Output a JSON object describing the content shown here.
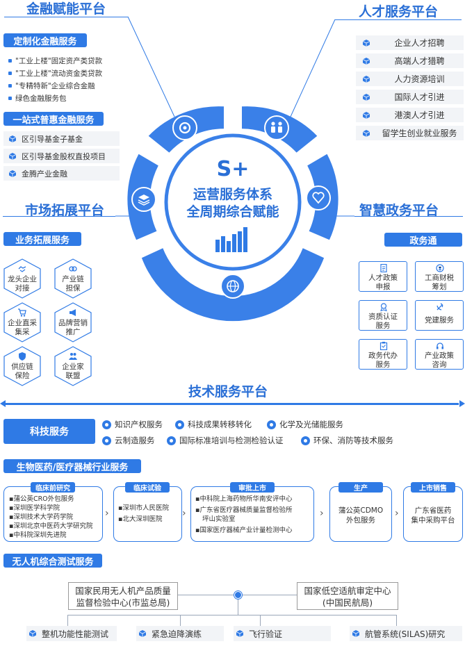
{
  "platforms": {
    "finance": "金融赋能平台",
    "talent": "人才服务平台",
    "market": "市场拓展平台",
    "gov": "智慧政务平台",
    "tech": "技术服务平台"
  },
  "center": {
    "brand": "S+",
    "line1": "运营服务体系",
    "line2": "全周期综合赋能"
  },
  "finance": {
    "custom_title": "定制化金融服务",
    "custom_items": [
      "\"工业上楼\"固定资产类贷款",
      "\"工业上楼\"流动资金类贷款",
      "\"专精特新\"企业综合金融",
      "绿色金融服务包"
    ],
    "inclusive_title": "一站式普惠金融服务",
    "inclusive_items": [
      "区引导基金子基金",
      "区引导基金股权直投项目",
      "金腾产业金融"
    ]
  },
  "talent": {
    "items": [
      "企业人才招聘",
      "高端人才猎聘",
      "人力资源培训",
      "国际人才引进",
      "港澳人才引进",
      "留学生创业就业服务"
    ]
  },
  "market": {
    "title": "业务拓展服务",
    "items": [
      [
        "龙头企业",
        "对接"
      ],
      [
        "产业链",
        "担保"
      ],
      [
        "企业直采",
        "集采"
      ],
      [
        "品牌营销",
        "推广"
      ],
      [
        "供应链",
        "保险"
      ],
      [
        "企业家",
        "联盟"
      ]
    ]
  },
  "gov": {
    "title": "政务通",
    "items": [
      [
        "人才政策",
        "申报"
      ],
      [
        "工商财税",
        "筹划"
      ],
      [
        "资质认证",
        "服务"
      ],
      [
        "党建服务",
        ""
      ],
      [
        "政务代办",
        "服务"
      ],
      [
        "产业政策",
        "咨询"
      ]
    ]
  },
  "tech": {
    "title": "科技服务",
    "row1": [
      "知识产权服务",
      "科技成果转移转化",
      "化学及光储能服务"
    ],
    "row2": [
      "云制造服务",
      "国际标准培训与检测检验认证",
      "环保、消防等技术服务"
    ]
  },
  "bio": {
    "title": "生物医药/医疗器械行业服务",
    "stages": [
      {
        "head": "临床前研究",
        "items": [
          "蒲公英CRO外包服务",
          "深圳医学科学院",
          "深圳技术大学药学院",
          "深圳北京中医药大学研究院",
          "中科院深圳先进院"
        ]
      },
      {
        "head": "临床试验",
        "items": [
          "深圳市人民医院",
          "北大深圳医院"
        ]
      },
      {
        "head": "审批上市",
        "items": [
          "中科院上海药物所华南安评中心",
          "广东省医疗器械质量监督检验所",
          "坪山实验室",
          "国家医疗器械产业计量检测中心"
        ]
      },
      {
        "head": "生产",
        "items": [
          "蒲公英CDMO",
          "外包服务"
        ]
      },
      {
        "head": "上市销售",
        "items": [
          "广东省医药",
          "集中采购平台"
        ]
      }
    ]
  },
  "drone": {
    "title": "无人机综合测试服务",
    "center_left": [
      "国家民用无人机产品质量",
      "监督检验中心(市监总局)"
    ],
    "center_right": [
      "国家低空适航审定中心",
      "(中国民航局)"
    ],
    "items": [
      "整机功能性能测试",
      "紧急迫降演练",
      "飞行验证",
      "航管系统(SILAS)研究"
    ]
  }
}
